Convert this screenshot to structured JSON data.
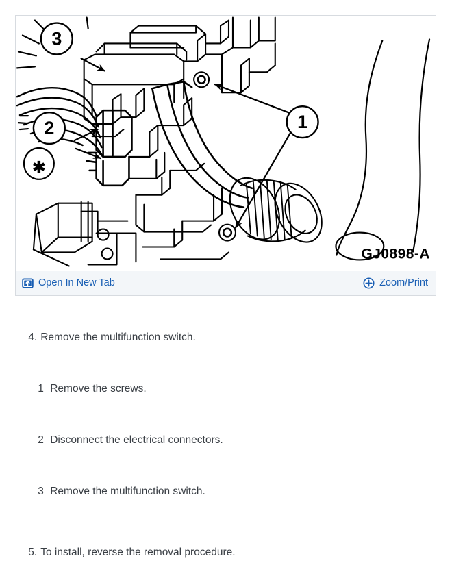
{
  "illustration": {
    "figure_id": "GJ0898-A",
    "callouts": [
      {
        "label": "1",
        "meaning": "screws"
      },
      {
        "label": "2",
        "meaning": "electrical connectors"
      },
      {
        "label": "3",
        "meaning": "multifunction switch"
      },
      {
        "label": "*",
        "meaning": "reference marker"
      }
    ]
  },
  "toolbar": {
    "open_new_tab": {
      "label": "Open In New Tab",
      "icon": "open-in-new-tab-icon"
    },
    "zoom_print": {
      "label": "Zoom/Print",
      "icon": "zoom-print-plus-icon"
    },
    "link_color": "#1a5fb4"
  },
  "procedure": {
    "steps": [
      {
        "number": "4.",
        "text": "Remove the multifunction switch.",
        "level": "top",
        "substeps": [
          {
            "number": "1",
            "text": "Remove the screws."
          },
          {
            "number": "2",
            "text": "Disconnect the electrical connectors."
          },
          {
            "number": "3",
            "text": "Remove the multifunction switch."
          }
        ]
      },
      {
        "number": "5.",
        "text": "To install, reverse the removal procedure.",
        "level": "top",
        "substeps": []
      }
    ]
  }
}
